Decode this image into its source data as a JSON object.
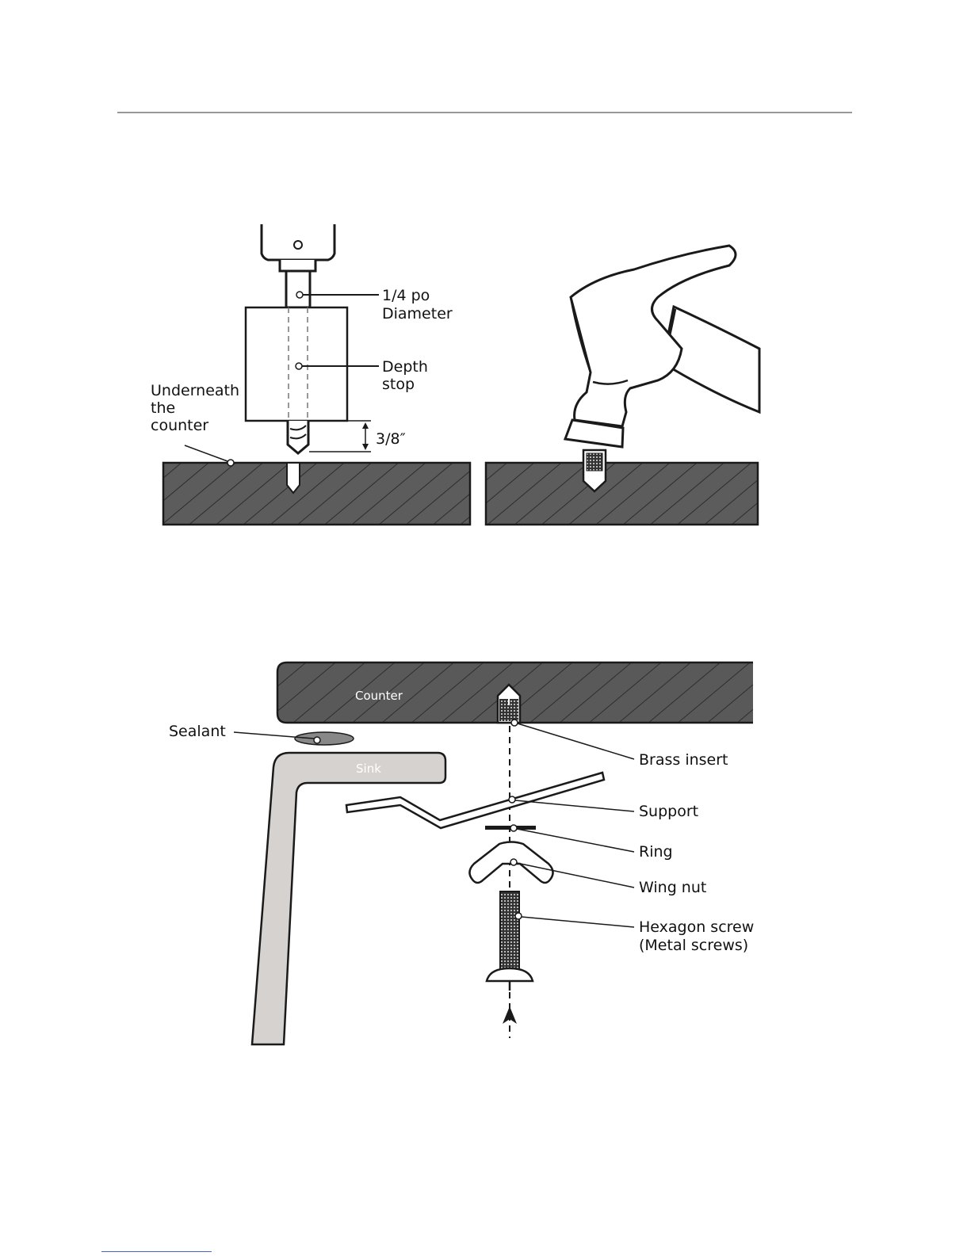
{
  "figure_top": {
    "drill_diameter_label": [
      "1/4 po",
      "Diameter"
    ],
    "depth_stop_label": [
      "Depth",
      "stop"
    ],
    "underneath_label": [
      "Underneath",
      "the",
      "counter"
    ],
    "depth_measure": "3/8″"
  },
  "figure_bottom": {
    "counter_label": "Counter",
    "sink_label": "Sink",
    "sealant_label": "Sealant",
    "brass_insert_label": "Brass insert",
    "support_label": "Support",
    "ring_label": "Ring",
    "wing_nut_label": "Wing nut",
    "hex_screw_label": [
      "Hexagon screw",
      "(Metal screws)"
    ]
  },
  "colors": {
    "counter_fill": "#5a5a5a",
    "sink_fill": "#d6d2cf",
    "line": "#1a1a1a"
  }
}
